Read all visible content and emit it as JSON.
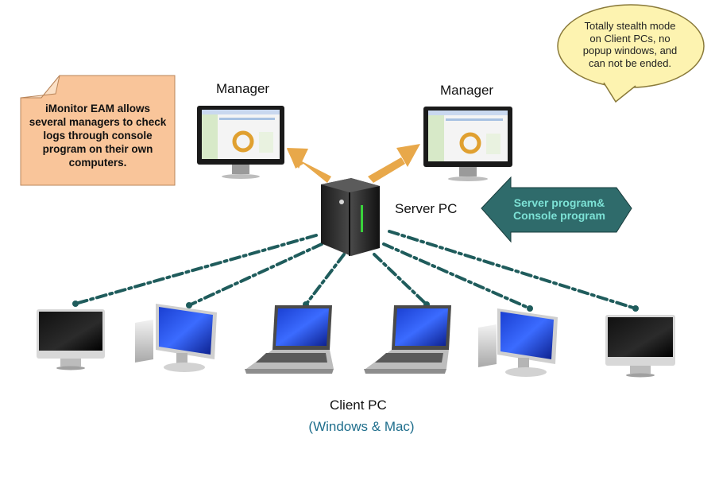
{
  "note": {
    "lines": [
      "iMonitor EAM allows",
      "several managers to check",
      "logs through console",
      "program on their own",
      "computers."
    ]
  },
  "bubble": {
    "lines": [
      "Totally stealth mode",
      "on Client PCs, no",
      "popup windows, and",
      "can not be ended."
    ]
  },
  "manager_left_label": "Manager",
  "manager_right_label": "Manager",
  "server_label": "Server PC",
  "server_arrow": {
    "lines": [
      "Server program&",
      "Console program"
    ]
  },
  "client_label": "Client PC",
  "client_os_label": "(Windows & Mac)",
  "colors": {
    "link": "#1f5c5c",
    "orange_arrow": "#e8a84a",
    "note_fill": "#f9c59a",
    "bubble_fill": "#fdf3b0",
    "server_arrow_fill": "#2f6b6b",
    "server_arrow_text": "#7de2d6",
    "os_text": "#1f6e8c"
  },
  "icons": {
    "manager": "monitor-icon",
    "server": "server-tower-icon",
    "clients": [
      "imac-icon",
      "desktop-pc-icon",
      "laptop-icon",
      "laptop-icon",
      "desktop-pc-icon",
      "imac-icon"
    ]
  }
}
